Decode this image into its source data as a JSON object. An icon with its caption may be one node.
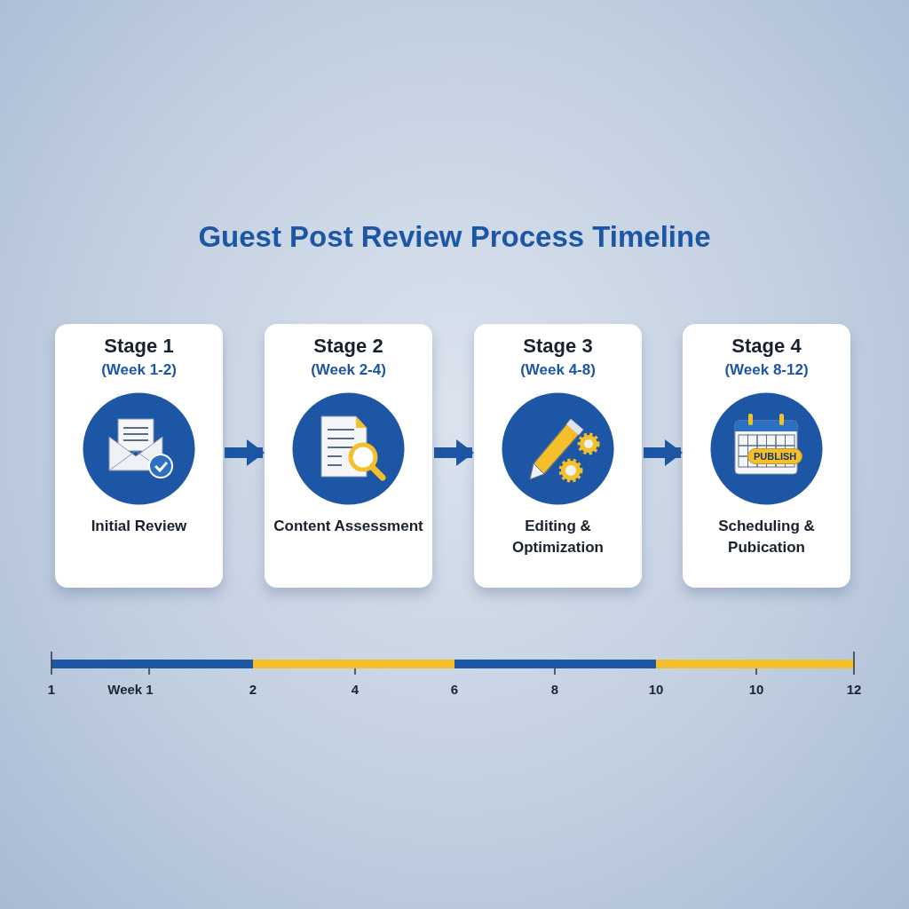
{
  "diagram": {
    "title": "Guest Post Review Process Timeline",
    "nodes": [
      {
        "text": [
          "Stage 1",
          "(Week 1-2)",
          "Initial Review"
        ]
      },
      {
        "text": [
          "Stage 2",
          "(Week 2-4)",
          "Content Assessment"
        ]
      },
      {
        "text": [
          "Stage 3",
          "(Week 4-8)",
          "Editing & Optimization"
        ]
      },
      {
        "text": [
          "Stage 4",
          "(Week 8-12)",
          "Scheduling & Pubication"
        ]
      }
    ],
    "edges": [
      {
        "from": 0,
        "to": 1,
        "arrow": "to"
      },
      {
        "from": 1,
        "to": 2,
        "arrow": "to"
      },
      {
        "from": 2,
        "to": 3,
        "arrow": "to"
      }
    ],
    "labels": [
      "PUBLISH",
      "1",
      "Week 1",
      "2",
      "4",
      "6",
      "8",
      "10",
      "10",
      "12"
    ]
  }
}
